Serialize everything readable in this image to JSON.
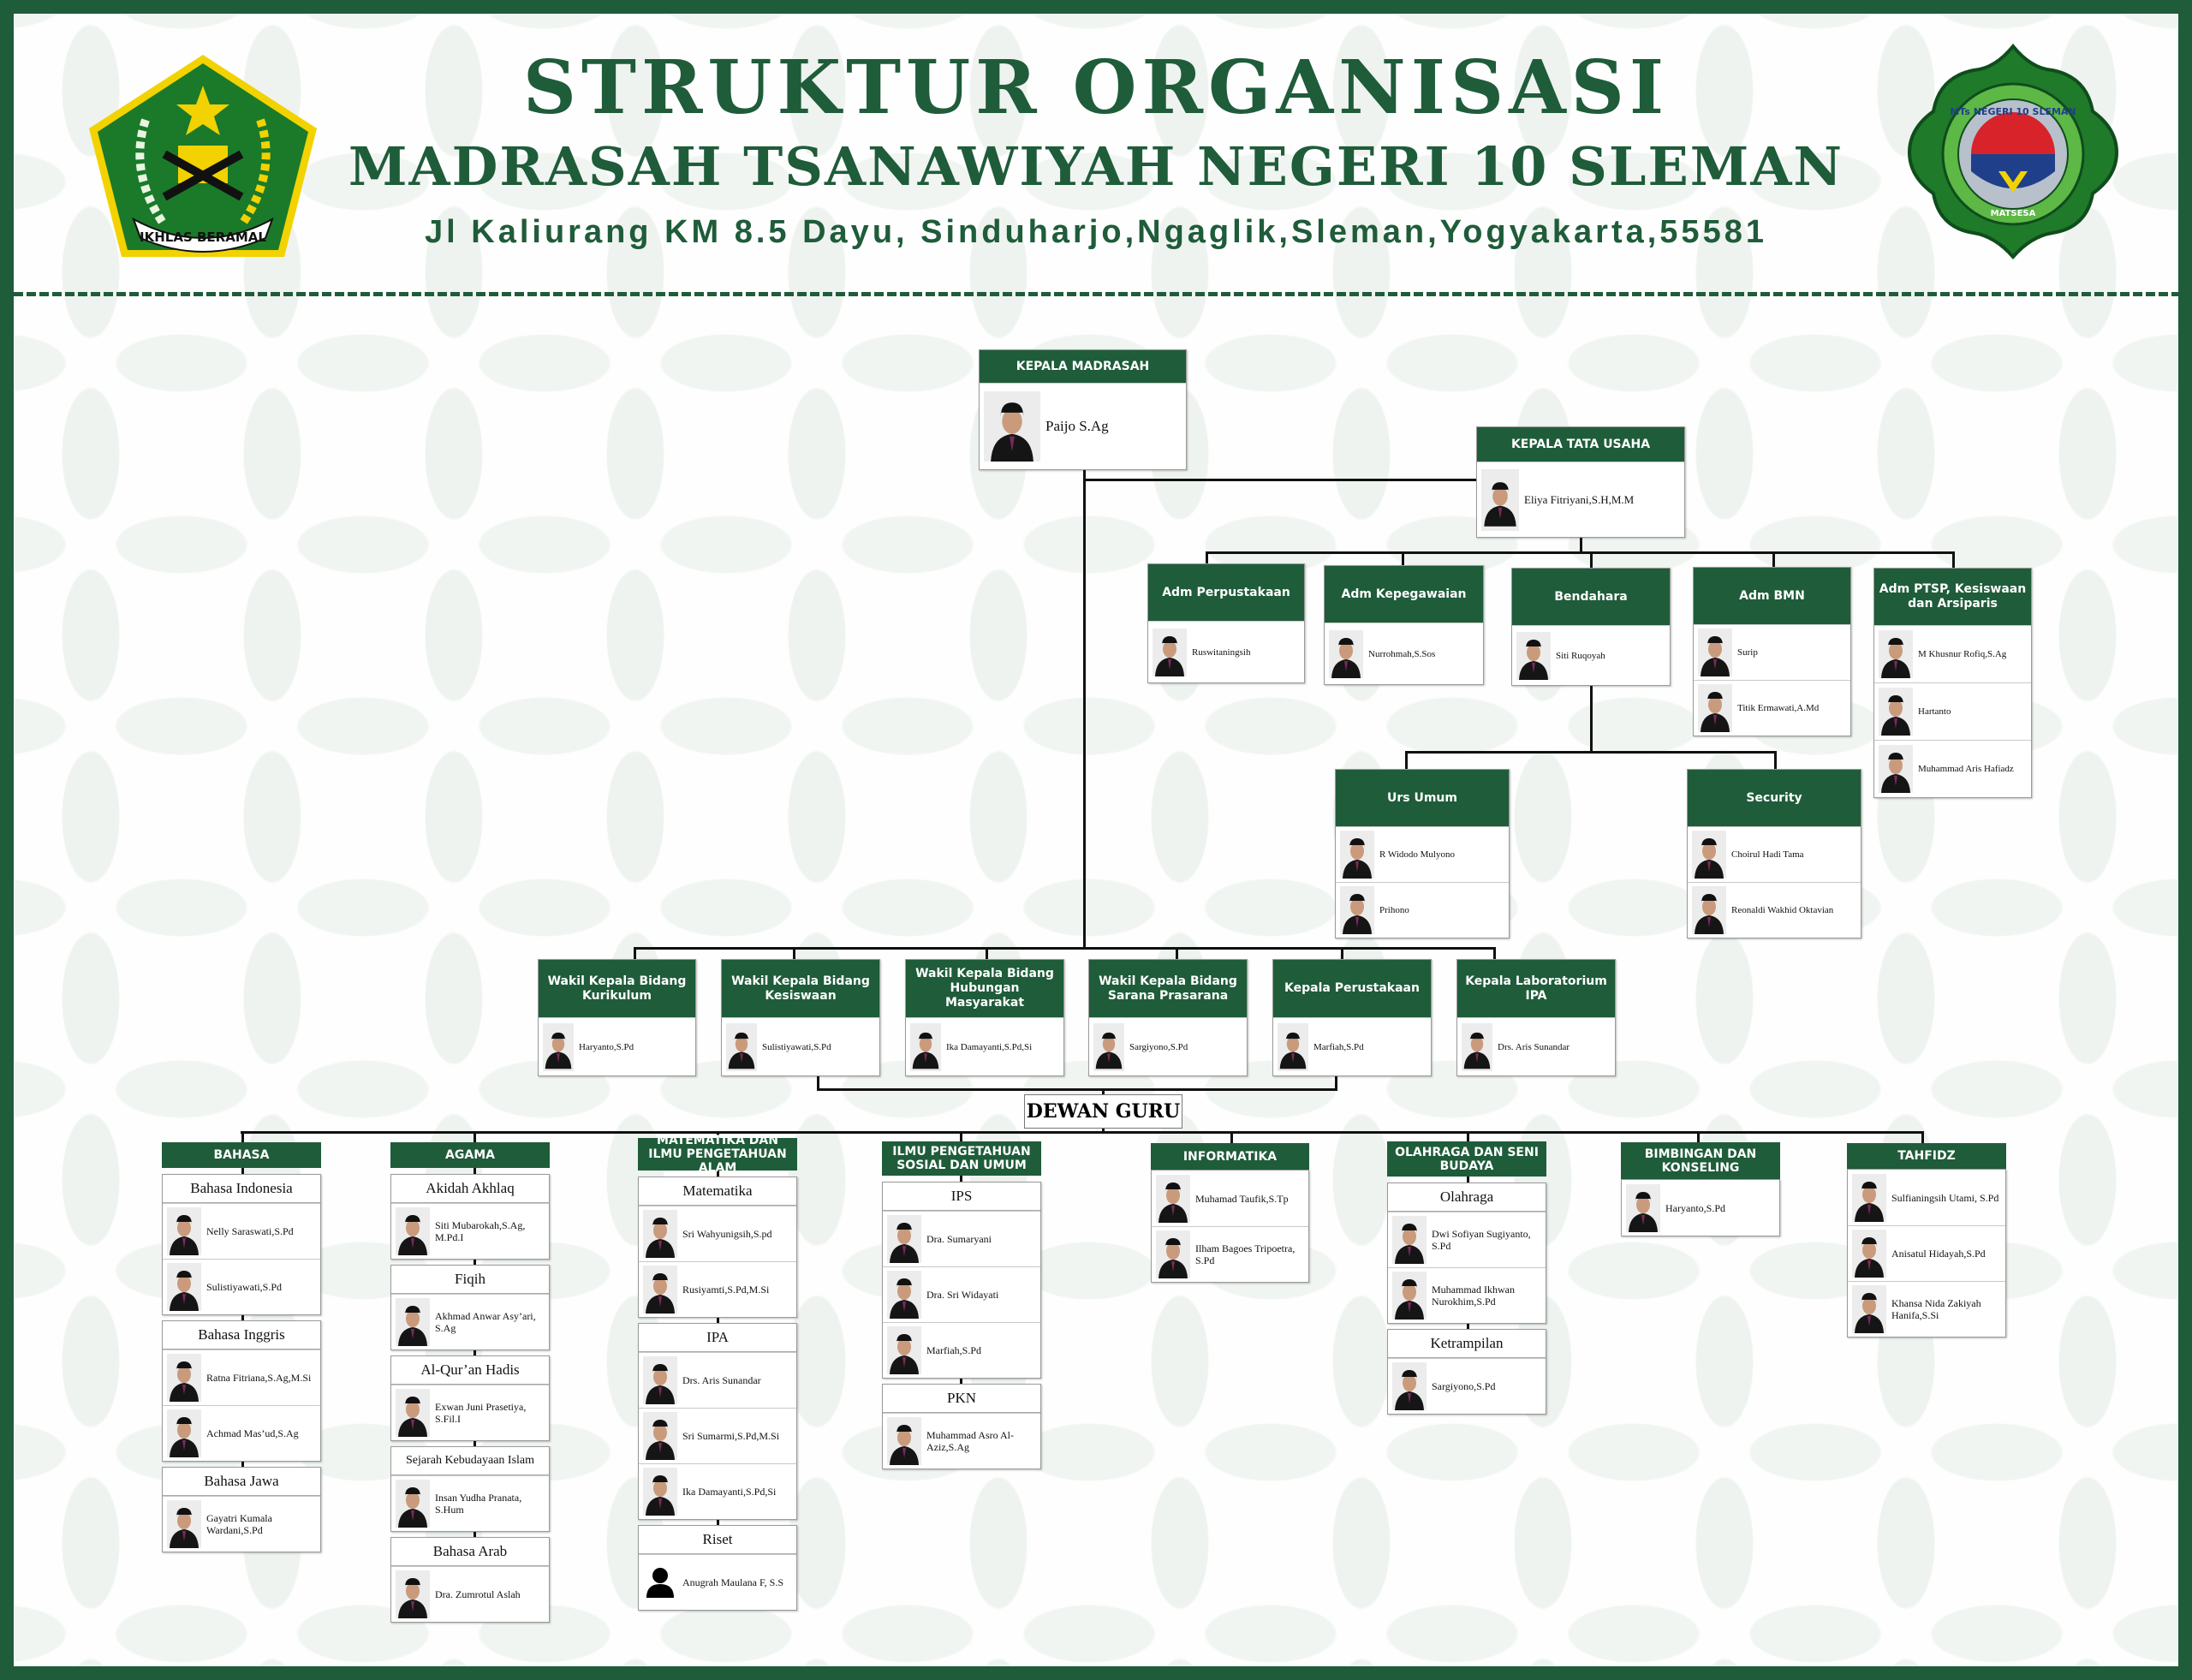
{
  "header": {
    "title": "STRUKTUR ORGANISASI",
    "school": "MADRASAH TSANAWIYAH NEGERI 10 SLEMAN",
    "address": "Jl Kaliurang KM 8.5 Dayu, Sinduharjo,Ngaglik,Sleman,Yogyakarta,55581",
    "logo_left_text": "IKHLAS BERAMAL",
    "logo_right_text": "MTs NEGERI 10 SLEMAN",
    "logo_right_motto": "MATSESA"
  },
  "colors": {
    "primary": "#1f5c3a",
    "gold": "#f2d200"
  },
  "kepala_madrasah": {
    "title": "KEPALA MADRASAH",
    "people": [
      "Paijo S.Ag"
    ]
  },
  "kepala_tu": {
    "title": "KEPALA TATA USAHA",
    "people": [
      "Eliya Fitriyani,S.H,M.M"
    ]
  },
  "admin": [
    {
      "title": "Adm Perpustakaan",
      "people": [
        "Ruswitaningsih"
      ]
    },
    {
      "title": "Adm Kepegawaian",
      "people": [
        "Nurrohmah,S.Sos"
      ]
    },
    {
      "title": "Bendahara",
      "people": [
        "Siti Ruqoyah"
      ]
    },
    {
      "title": "Adm BMN",
      "people": [
        "Surip",
        "Titik Ermawati,A.Md"
      ]
    },
    {
      "title": "Adm PTSP, Kesiswaan dan Arsiparis",
      "people": [
        "M Khusnur Rofiq,S.Ag",
        "Hartanto",
        "Muhammad Aris Hafiadz"
      ]
    }
  ],
  "staff": [
    {
      "title": "Urs Umum",
      "people": [
        "R Widodo Mulyono",
        "Prihono"
      ]
    },
    {
      "title": "Security",
      "people": [
        "Choirul Hadi Tama",
        "Reonaldi Wakhid Oktavian"
      ]
    }
  ],
  "wakil": [
    {
      "title": "Wakil Kepala Bidang Kurikulum",
      "people": [
        "Haryanto,S.Pd"
      ]
    },
    {
      "title": "Wakil Kepala Bidang Kesiswaan",
      "people": [
        "Sulistiyawati,S.Pd"
      ]
    },
    {
      "title": "Wakil Kepala Bidang Hubungan Masyarakat",
      "people": [
        "Ika Damayanti,S.Pd,Si"
      ]
    },
    {
      "title": "Wakil Kepala Bidang Sarana Prasarana",
      "people": [
        "Sargiyono,S.Pd"
      ]
    },
    {
      "title": "Kepala Perustakaan",
      "people": [
        "Marfiah,S.Pd"
      ]
    },
    {
      "title": "Kepala Laboratorium IPA",
      "people": [
        "Drs. Aris Sunandar"
      ]
    }
  ],
  "dewan_guru": {
    "label": "DEWAN GURU"
  },
  "guru": [
    {
      "title": "BAHASA",
      "groups": [
        {
          "subject": "Bahasa Indonesia",
          "people": [
            "Nelly Saraswati,S.Pd",
            "Sulistiyawati,S.Pd"
          ]
        },
        {
          "subject": "Bahasa Inggris",
          "people": [
            "Ratna Fitriana,S.Ag,M.Si",
            "Achmad Mas’ud,S.Ag"
          ]
        },
        {
          "subject": "Bahasa Jawa",
          "people": [
            "Gayatri Kumala Wardani,S.Pd"
          ]
        }
      ]
    },
    {
      "title": "AGAMA",
      "groups": [
        {
          "subject": "Akidah Akhlaq",
          "people": [
            "Siti Mubarokah,S.Ag, M.Pd.I"
          ]
        },
        {
          "subject": "Fiqih",
          "people": [
            "Akhmad Anwar Asy’ari, S.Ag"
          ]
        },
        {
          "subject": "Al-Qur’an Hadis",
          "people": [
            "Exwan Juni Prasetiya, S.Fil.I"
          ]
        },
        {
          "subject": "Sejarah Kebudayaan Islam",
          "people": [
            "Insan Yudha Pranata, S.Hum"
          ]
        },
        {
          "subject": "Bahasa Arab",
          "people": [
            "Dra. Zumrotul Aslah"
          ]
        }
      ]
    },
    {
      "title": "MATEMATIKA DAN ILMU PENGETAHUAN ALAM",
      "groups": [
        {
          "subject": "Matematika",
          "people": [
            "Sri Wahyunigsih,S.pd",
            "Rusiyamti,S.Pd,M.Si"
          ]
        },
        {
          "subject": "IPA",
          "people": [
            "Drs. Aris Sunandar",
            "Sri Sumarmi,S.Pd,M.Si",
            "Ika Damayanti,S.Pd,Si"
          ]
        },
        {
          "subject": "Riset",
          "people": [
            "Anugrah Maulana F, S.S"
          ],
          "photo_icon": "user-silhouette-icon"
        }
      ]
    },
    {
      "title": "ILMU PENGETAHUAN SOSIAL DAN UMUM",
      "groups": [
        {
          "subject": "IPS",
          "people": [
            "Dra. Sumaryani",
            "Dra. Sri Widayati",
            "Marfiah,S.Pd"
          ]
        },
        {
          "subject": "PKN",
          "people": [
            "Muhammad Asro Al-Aziz,S.Ag"
          ]
        }
      ]
    },
    {
      "title": "INFORMATIKA",
      "people": [
        "Muhamad Taufik,S.Tp",
        "Ilham Bagoes Tripoetra, S.Pd"
      ]
    },
    {
      "title": "OLAHRAGA DAN SENI BUDAYA",
      "groups": [
        {
          "subject": "Olahraga",
          "people": [
            "Dwi Sofiyan Sugiyanto, S.Pd",
            "Muhammad Ikhwan Nurokhim,S.Pd"
          ]
        },
        {
          "subject": "Ketrampilan",
          "people": [
            "Sargiyono,S.Pd"
          ]
        }
      ]
    },
    {
      "title": "BIMBINGAN DAN KONSELING",
      "people": [
        "Haryanto,S.Pd"
      ]
    },
    {
      "title": "TAHFIDZ",
      "people": [
        "Sulfianingsih Utami, S.Pd",
        "Anisatul Hidayah,S.Pd",
        "Khansa Nida Zakiyah Hanifa,S.Si"
      ]
    }
  ]
}
